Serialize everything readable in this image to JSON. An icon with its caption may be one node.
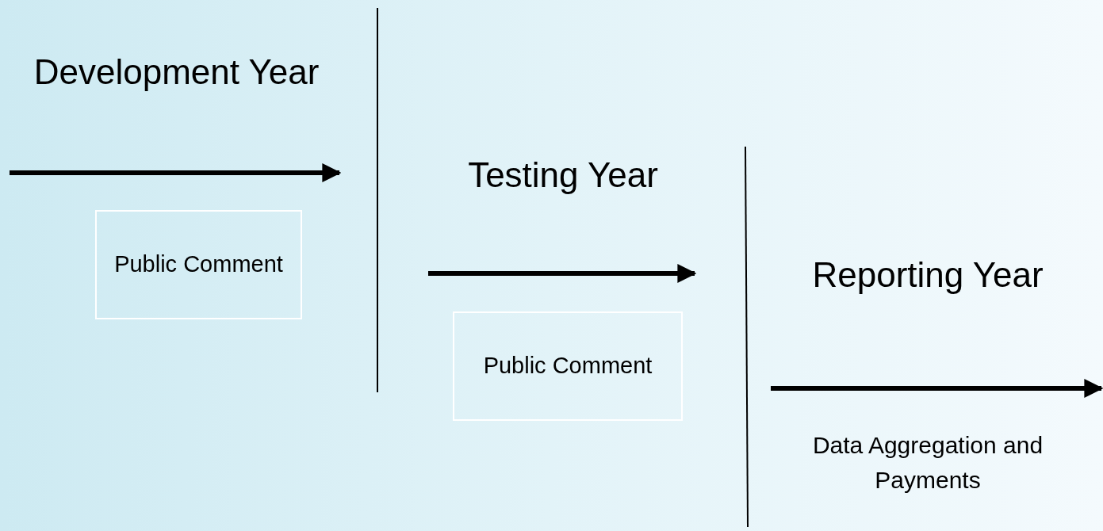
{
  "diagram": {
    "nodes": [
      {
        "text": [
          "Public Comment"
        ]
      },
      {
        "text": [
          "Public Comment"
        ]
      }
    ],
    "labels": [
      "Development Year",
      "Testing Year",
      "Reporting Year",
      "Data Aggregation and Payments"
    ]
  }
}
